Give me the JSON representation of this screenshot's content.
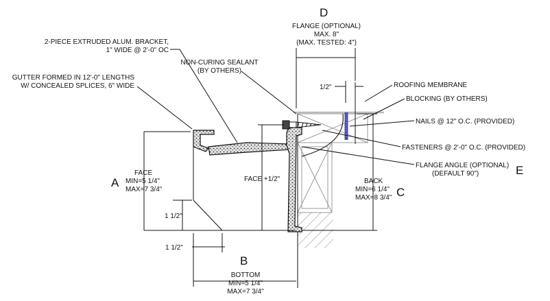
{
  "dimension_letters": {
    "a": "A",
    "b": "B",
    "c": "C",
    "d": "D",
    "e": "E"
  },
  "labels": {
    "flange": [
      "FLANGE (OPTIONAL)",
      "MAX. 8\"",
      "(MAX. TESTED: 4\")"
    ],
    "bracket": [
      "2-PIECE EXTRUDED ALUM. BRACKET,",
      "1\" WIDE @ 2'-0\" OC"
    ],
    "sealant": [
      "NON-CURING SEALANT",
      "(BY OTHERS)"
    ],
    "gutter": [
      "GUTTER FORMED IN 12'-0\" LENGTHS",
      "W/ CONCEALED SPLICES, 6\" WIDE"
    ],
    "half_inch": "1/2\"",
    "roofing_membrane": "ROOFING MEMBRANE",
    "blocking": "BLOCKING (BY OTHERS)",
    "nails": "NAILS @ 12\" O.C. (PROVIDED)",
    "fasteners": "FASTENERS @ 2'-0\" O.C. (PROVIDED)",
    "flange_angle": [
      "FLANGE ANGLE (OPTIONAL)",
      "(DEFAULT 90\")"
    ],
    "face": [
      "FACE",
      "MIN=5 1/4\"",
      "MAX=7 3/4\""
    ],
    "face_plus": "FACE +1/2\"",
    "back": [
      "BACK",
      "MIN=6 1/4\"",
      "MAX=8 3/4\""
    ],
    "one_half_vertical": "1 1/2\"",
    "one_half_horizontal": "1 1/2\"",
    "bottom": [
      "BOTTOM",
      "MIN=5 1/4\"",
      "MAX=7 3/4\""
    ]
  },
  "colors": {
    "line": "#111111",
    "gray": "#a0a0a0",
    "nail": "#4a4ab8",
    "membrane": "#bbbbbb"
  }
}
